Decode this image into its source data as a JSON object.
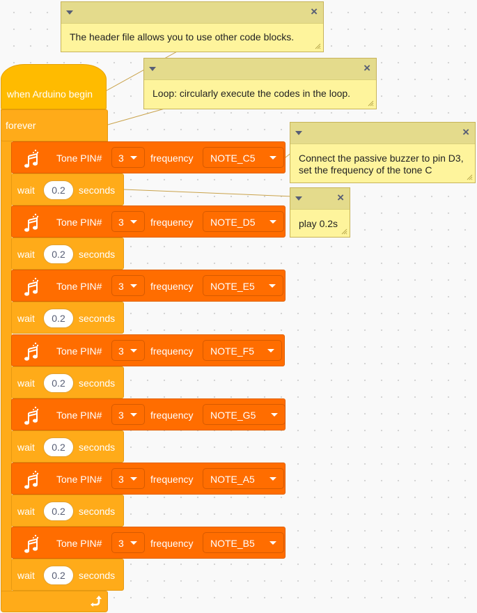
{
  "hat": {
    "label": "when Arduino begin"
  },
  "forever": {
    "label": "forever"
  },
  "tone_label": "Tone PIN#",
  "frequency_label": "frequency",
  "wait_label": "wait",
  "seconds_label": "seconds",
  "tones": [
    {
      "pin": "3",
      "note": "NOTE_C5"
    },
    {
      "pin": "3",
      "note": "NOTE_D5"
    },
    {
      "pin": "3",
      "note": "NOTE_E5"
    },
    {
      "pin": "3",
      "note": "NOTE_F5"
    },
    {
      "pin": "3",
      "note": "NOTE_G5"
    },
    {
      "pin": "3",
      "note": "NOTE_A5"
    },
    {
      "pin": "3",
      "note": "NOTE_B5"
    }
  ],
  "waits": [
    {
      "value": "0.2"
    },
    {
      "value": "0.2"
    },
    {
      "value": "0.2"
    },
    {
      "value": "0.2"
    },
    {
      "value": "0.2"
    },
    {
      "value": "0.2"
    },
    {
      "value": "0.2"
    }
  ],
  "comments": [
    {
      "text": "The header file allows you to use other code blocks."
    },
    {
      "text": "Loop: circularly execute the codes in the loop."
    },
    {
      "text": "Connect the passive buzzer to pin D3, set the frequency of the tone C"
    },
    {
      "text": "play 0.2s"
    }
  ],
  "colors": {
    "hat": "#ffbb00",
    "control": "#ffab19",
    "tone_block": "#ff6d00",
    "comment_body": "#fef49c",
    "comment_bar": "#e4db8c"
  }
}
